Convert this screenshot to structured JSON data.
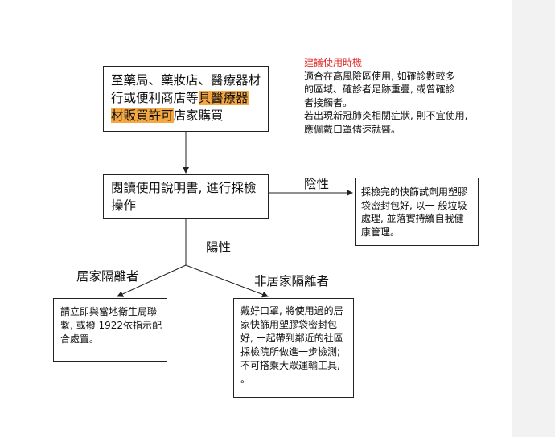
{
  "start_box": {
    "text_before": "至藥局、藥妝店、醫療器材行或便利商店等",
    "text_highlight_1": "具醫療器",
    "text_highlight_2": "材販買許可",
    "text_after": "店家購買"
  },
  "recommendation": {
    "title": "建議使用時機",
    "paragraph_1": "適合在高風險區使用, 如確診數較多的區域、確診者足跡重疊, 或曾確診者接觸者。",
    "paragraph_2": "若出現新冠肺炎相關症狀, 則不宜使用, 應佩戴口罩儘速就醫。"
  },
  "read_box": {
    "text": "閱讀使用說明書, 進行採檢操作"
  },
  "negative": {
    "label": "陰性",
    "text": "採檢完的快篩試劑用塑膠袋密封包好, 以一 般垃圾處理, 並落實持續自我健康管理。"
  },
  "positive": {
    "label": "陽性"
  },
  "home_isolated": {
    "label": "居家隔離者",
    "text": "請立即與當地衛生局聯繫, 或撥 1922依指示配合處置。"
  },
  "non_isolated": {
    "label": "非居家隔離者",
    "text": "戴好口罩, 將使用過的居家快篩用塑膠袋密封包好, 一起帶到鄰近的社區採檢院所做進一步檢測; 不可搭乘大眾運輸工具, 。"
  },
  "colors": {
    "highlight": "#f5a742",
    "note_title": "#e02222",
    "line": "#222222"
  }
}
